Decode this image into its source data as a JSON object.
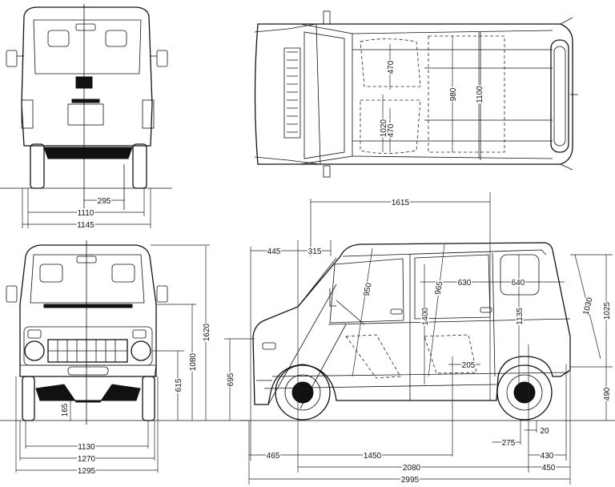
{
  "drawing": {
    "views": [
      "rear-view",
      "top-view",
      "front-view",
      "side-view"
    ],
    "rear_view": {
      "dims": {
        "track_rear_inner": "295",
        "track_rear": "1110",
        "width_rear": "1145"
      }
    },
    "top_view": {
      "dims": {
        "seat_front_width": "470",
        "seat_rear_width": "470",
        "seat_spacing": "1020",
        "cabin_width_a": "980",
        "cabin_width_b": "1100"
      }
    },
    "front_view": {
      "dims": {
        "height": "1620",
        "belt_height": "1080",
        "bumper_height": "615",
        "ground_clearance": "165",
        "track_front": "1130",
        "tread_outer": "1270",
        "width_overall": "1295"
      }
    },
    "side_view": {
      "dims": {
        "cabin_length": "1615",
        "front_overhang_top": "445",
        "windshield": "315",
        "front_seat_diag": "950",
        "rear_seat_diag": "965",
        "rear_compartment": "630",
        "cargo_length": "640",
        "interior_height": "1400",
        "cargo_height": "1135",
        "tailgate_diag": "1030",
        "tailgate_height": "1025",
        "floor_height": "695",
        "load_height": "490",
        "seat_offset": "205",
        "rear_offset_a": "275",
        "rear_offset_b": "20",
        "front_overhang": "465",
        "front_to_seat": "1450",
        "wheelbase": "2080",
        "rear_overhang_a": "430",
        "rear_overhang_b": "450",
        "length_overall": "2995"
      }
    }
  }
}
